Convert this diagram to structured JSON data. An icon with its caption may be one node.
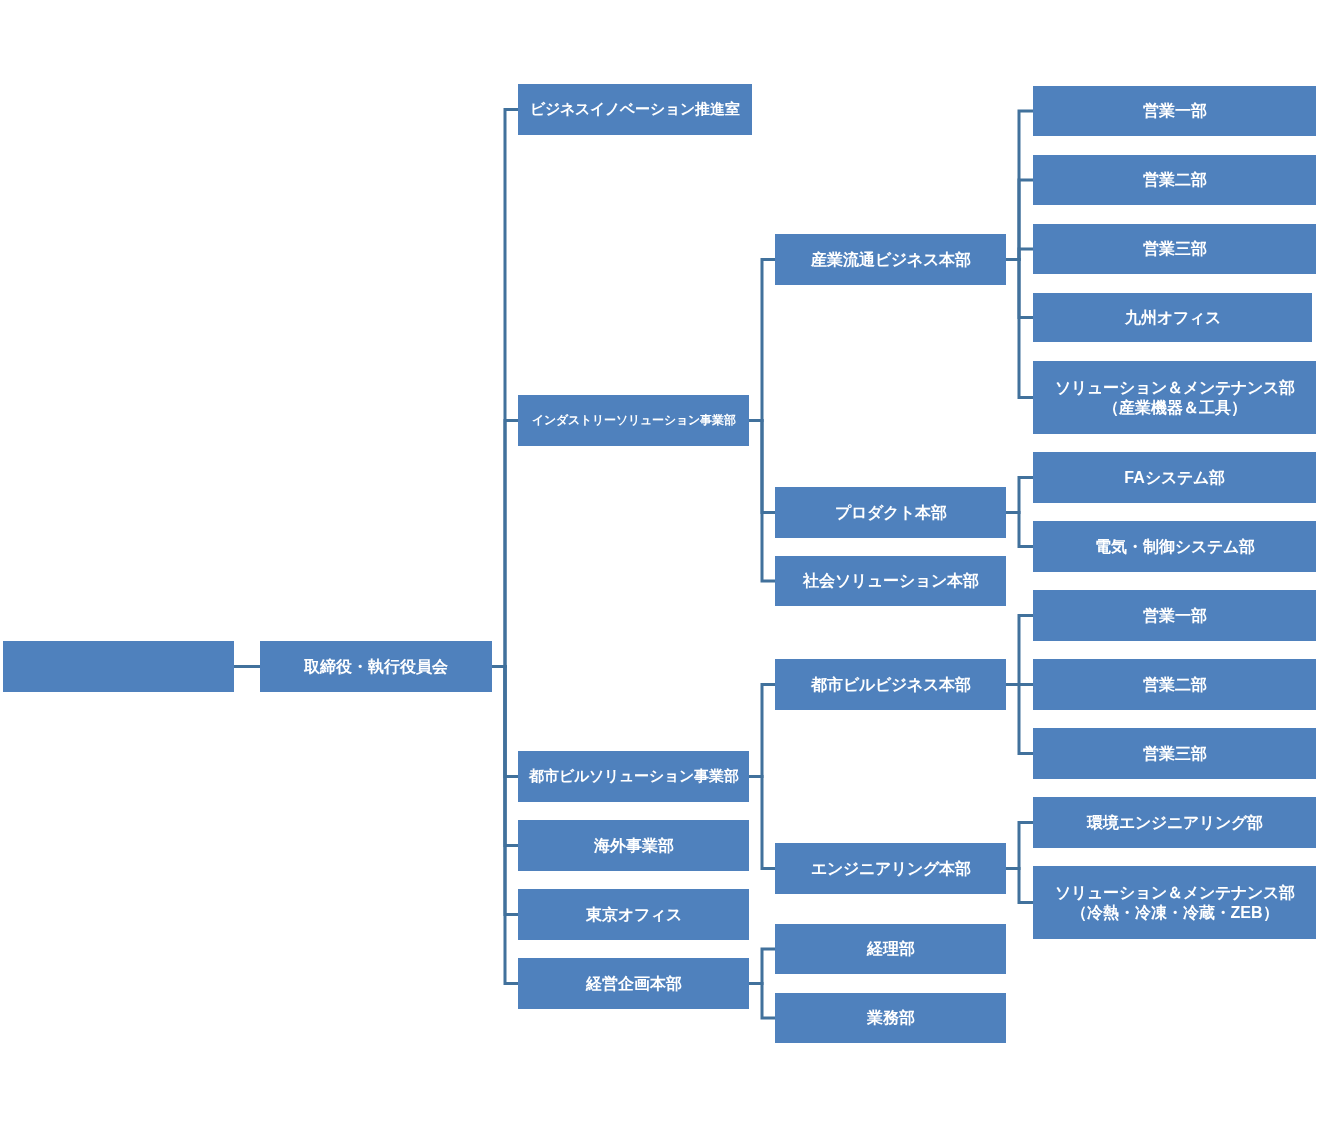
{
  "diagram": {
    "nodes": [
      {
        "text": [],
        "shape": "box"
      },
      {
        "text": [
          "取締役・執行役員会"
        ]
      },
      {
        "text": [
          "ビジネスイノベーション推進室"
        ]
      },
      {
        "text": [
          "インダストリーソリューション事業部"
        ]
      },
      {
        "text": [
          "産業流通ビジネス本部"
        ]
      },
      {
        "text": [
          "営業一部"
        ]
      },
      {
        "text": [
          "営業二部"
        ]
      },
      {
        "text": [
          "営業三部"
        ]
      },
      {
        "text": [
          "九州オフィス"
        ]
      },
      {
        "text": [
          "ソリューション＆メンテナンス部",
          "（産業機器＆工具）"
        ]
      },
      {
        "text": [
          "プロダクト本部"
        ]
      },
      {
        "text": [
          "FAシステム部"
        ]
      },
      {
        "text": [
          "電気・制御システム部"
        ]
      },
      {
        "text": [
          "社会ソリューション本部"
        ]
      },
      {
        "text": [
          "都市ビルソリューション事業部"
        ]
      },
      {
        "text": [
          "都市ビルビジネス本部"
        ]
      },
      {
        "text": [
          "営業一部"
        ]
      },
      {
        "text": [
          "営業二部"
        ]
      },
      {
        "text": [
          "営業三部"
        ]
      },
      {
        "text": [
          "エンジニアリング本部"
        ]
      },
      {
        "text": [
          "環境エンジニアリング部"
        ]
      },
      {
        "text": [
          "ソリューション＆メンテナンス部",
          "（冷熱・冷凍・冷蔵・ZEB）"
        ]
      },
      {
        "text": [
          "海外事業部"
        ]
      },
      {
        "text": [
          "東京オフィス"
        ]
      },
      {
        "text": [
          "経営企画本部"
        ]
      },
      {
        "text": [
          "経理部"
        ]
      },
      {
        "text": [
          "業務部"
        ]
      }
    ],
    "edges": [
      {
        "from": 0,
        "to": 1,
        "arrow": "none"
      },
      {
        "from": 1,
        "to": 2,
        "arrow": "none"
      },
      {
        "from": 1,
        "to": 3,
        "arrow": "none"
      },
      {
        "from": 3,
        "to": 4,
        "arrow": "none"
      },
      {
        "from": 4,
        "to": 5,
        "arrow": "none"
      },
      {
        "from": 4,
        "to": 6,
        "arrow": "none"
      },
      {
        "from": 4,
        "to": 7,
        "arrow": "none"
      },
      {
        "from": 4,
        "to": 8,
        "arrow": "none"
      },
      {
        "from": 4,
        "to": 9,
        "arrow": "none"
      },
      {
        "from": 3,
        "to": 10,
        "arrow": "none"
      },
      {
        "from": 10,
        "to": 11,
        "arrow": "none"
      },
      {
        "from": 10,
        "to": 12,
        "arrow": "none"
      },
      {
        "from": 3,
        "to": 13,
        "arrow": "none"
      },
      {
        "from": 1,
        "to": 14,
        "arrow": "none"
      },
      {
        "from": 14,
        "to": 15,
        "arrow": "none"
      },
      {
        "from": 15,
        "to": 16,
        "arrow": "none"
      },
      {
        "from": 15,
        "to": 17,
        "arrow": "none"
      },
      {
        "from": 15,
        "to": 18,
        "arrow": "none"
      },
      {
        "from": 14,
        "to": 19,
        "arrow": "none"
      },
      {
        "from": 19,
        "to": 20,
        "arrow": "none"
      },
      {
        "from": 19,
        "to": 21,
        "arrow": "none"
      },
      {
        "from": 1,
        "to": 22,
        "arrow": "none"
      },
      {
        "from": 1,
        "to": 23,
        "arrow": "none"
      },
      {
        "from": 1,
        "to": 24,
        "arrow": "none"
      },
      {
        "from": 24,
        "to": 25,
        "arrow": "none"
      },
      {
        "from": 24,
        "to": 26,
        "arrow": "none"
      }
    ]
  }
}
